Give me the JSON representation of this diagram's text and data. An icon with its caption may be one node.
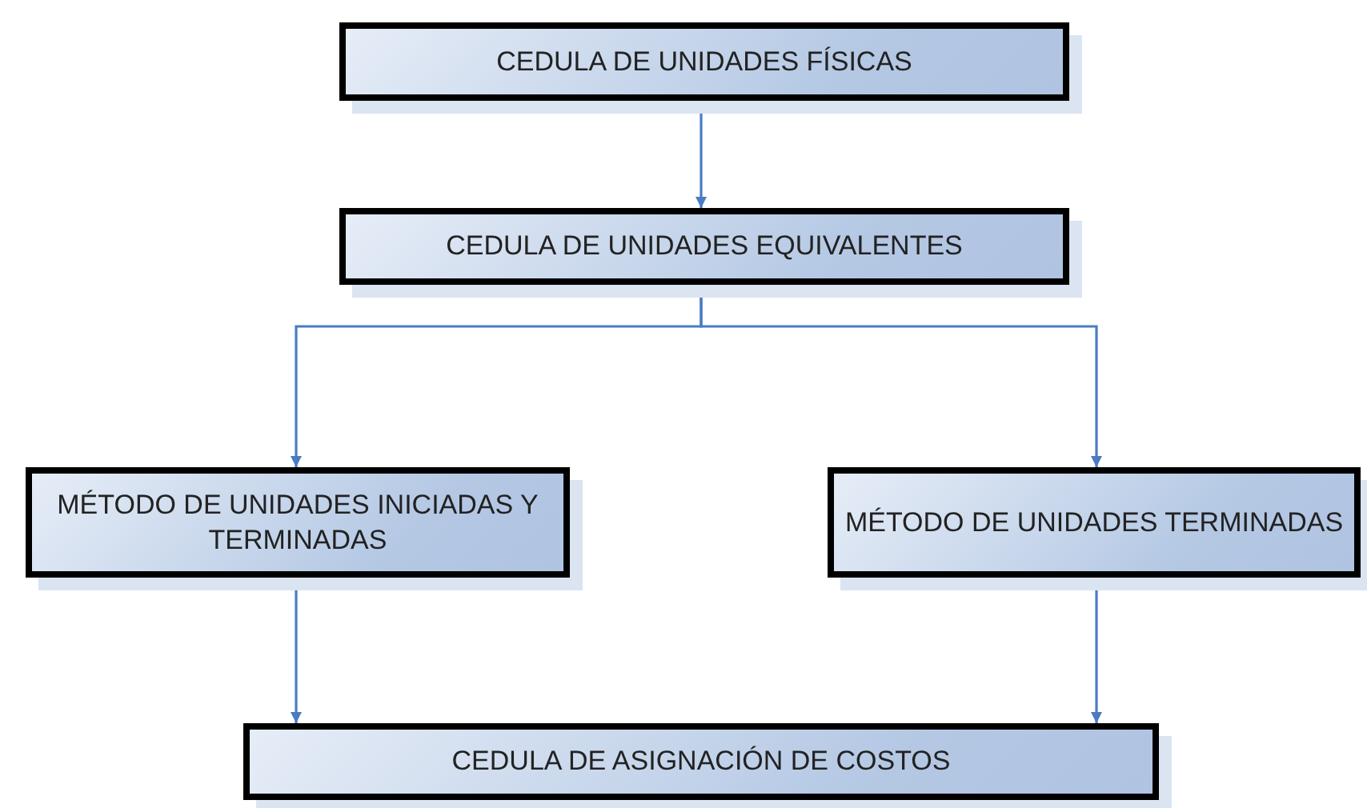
{
  "diagram": {
    "nodes": [
      {
        "text": [
          "CEDULA DE UNIDADES FÍSICAS"
        ]
      },
      {
        "text": [
          "CEDULA DE UNIDADES EQUIVALENTES"
        ]
      },
      {
        "text": [
          "MÉTODO DE UNIDADES INICIADAS Y TERMINADAS"
        ]
      },
      {
        "text": [
          "MÉTODO DE UNIDADES TERMINADAS"
        ]
      },
      {
        "text": [
          "CEDULA DE ASIGNACIÓN DE COSTOS"
        ]
      }
    ],
    "edges": [
      {
        "from": 0,
        "to": 1,
        "arrow": "to"
      },
      {
        "from": 1,
        "to": 2,
        "arrow": "to"
      },
      {
        "from": 1,
        "to": 3,
        "arrow": "to"
      },
      {
        "from": 2,
        "to": 4,
        "arrow": "to"
      },
      {
        "from": 3,
        "to": 4,
        "arrow": "to"
      }
    ]
  }
}
